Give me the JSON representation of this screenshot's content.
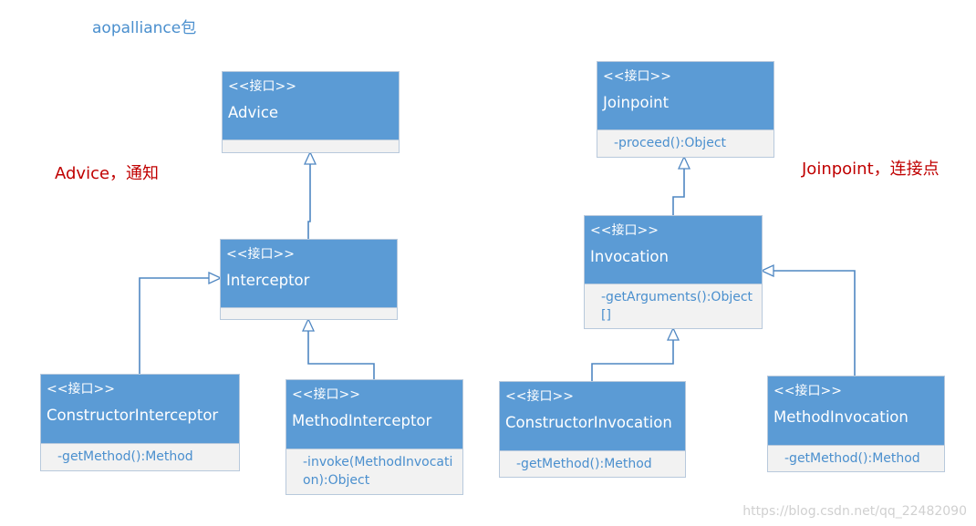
{
  "title": "aopalliance包",
  "annotations": {
    "advice": "Advice，通知",
    "joinpoint": "Joinpoint，连接点"
  },
  "stereotype": "<<接口>>",
  "classes": {
    "advice": {
      "name": "Advice",
      "member": ""
    },
    "interceptor": {
      "name": "Interceptor",
      "member": ""
    },
    "constructor_interceptor": {
      "name": "ConstructorInterceptor",
      "member": "-getMethod():Method"
    },
    "method_interceptor": {
      "name": "MethodInterceptor",
      "member": "-invoke(MethodInvocation):Object"
    },
    "joinpoint": {
      "name": "Joinpoint",
      "member": "-proceed():Object"
    },
    "invocation": {
      "name": "Invocation",
      "member": "-getArguments():Object[]"
    },
    "constructor_invocation": {
      "name": "ConstructorInvocation",
      "member": "-getMethod():Method"
    },
    "method_invocation": {
      "name": "MethodInvocation",
      "member": "-getMethod():Method"
    }
  },
  "relations": [
    {
      "from": "Interceptor",
      "to": "Advice",
      "type": "generalization"
    },
    {
      "from": "ConstructorInterceptor",
      "to": "Interceptor",
      "type": "generalization"
    },
    {
      "from": "MethodInterceptor",
      "to": "Interceptor",
      "type": "generalization"
    },
    {
      "from": "Invocation",
      "to": "Joinpoint",
      "type": "generalization"
    },
    {
      "from": "ConstructorInvocation",
      "to": "Invocation",
      "type": "generalization"
    },
    {
      "from": "MethodInvocation",
      "to": "Invocation",
      "type": "generalization"
    }
  ],
  "watermark": "https://blog.csdn.net/qq_22482090",
  "colors": {
    "class_header": "#5b9bd5",
    "class_body": "#f2f2f2",
    "border": "#b8c9dc",
    "member_text": "#4a8fce",
    "annotation": "#c00000",
    "title": "#4a8fce",
    "connector": "#4f87c2"
  }
}
